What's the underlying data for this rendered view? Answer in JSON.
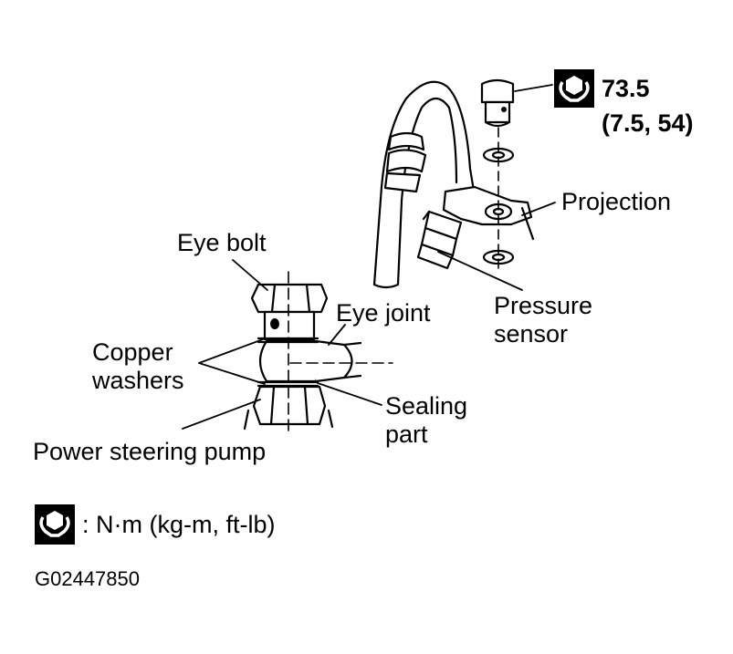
{
  "labels": {
    "eye_bolt": "Eye bolt",
    "eye_joint": "Eye joint",
    "copper_washers_line1": "Copper",
    "copper_washers_line2": "washers",
    "sealing_part_line1": "Sealing",
    "sealing_part_line2": "part",
    "power_steering_pump": "Power steering pump",
    "projection": "Projection",
    "pressure_sensor_line1": "Pressure",
    "pressure_sensor_line2": "sensor"
  },
  "torque": {
    "value": "73.5",
    "alt_units": "(7.5, 54)"
  },
  "legend": {
    "units": ": N·m (kg-m, ft-lb)"
  },
  "figure_id": "G02447850",
  "icons": {
    "torque": "torque-wrench-icon"
  },
  "colors": {
    "ink": "#000000",
    "paper": "#ffffff"
  }
}
